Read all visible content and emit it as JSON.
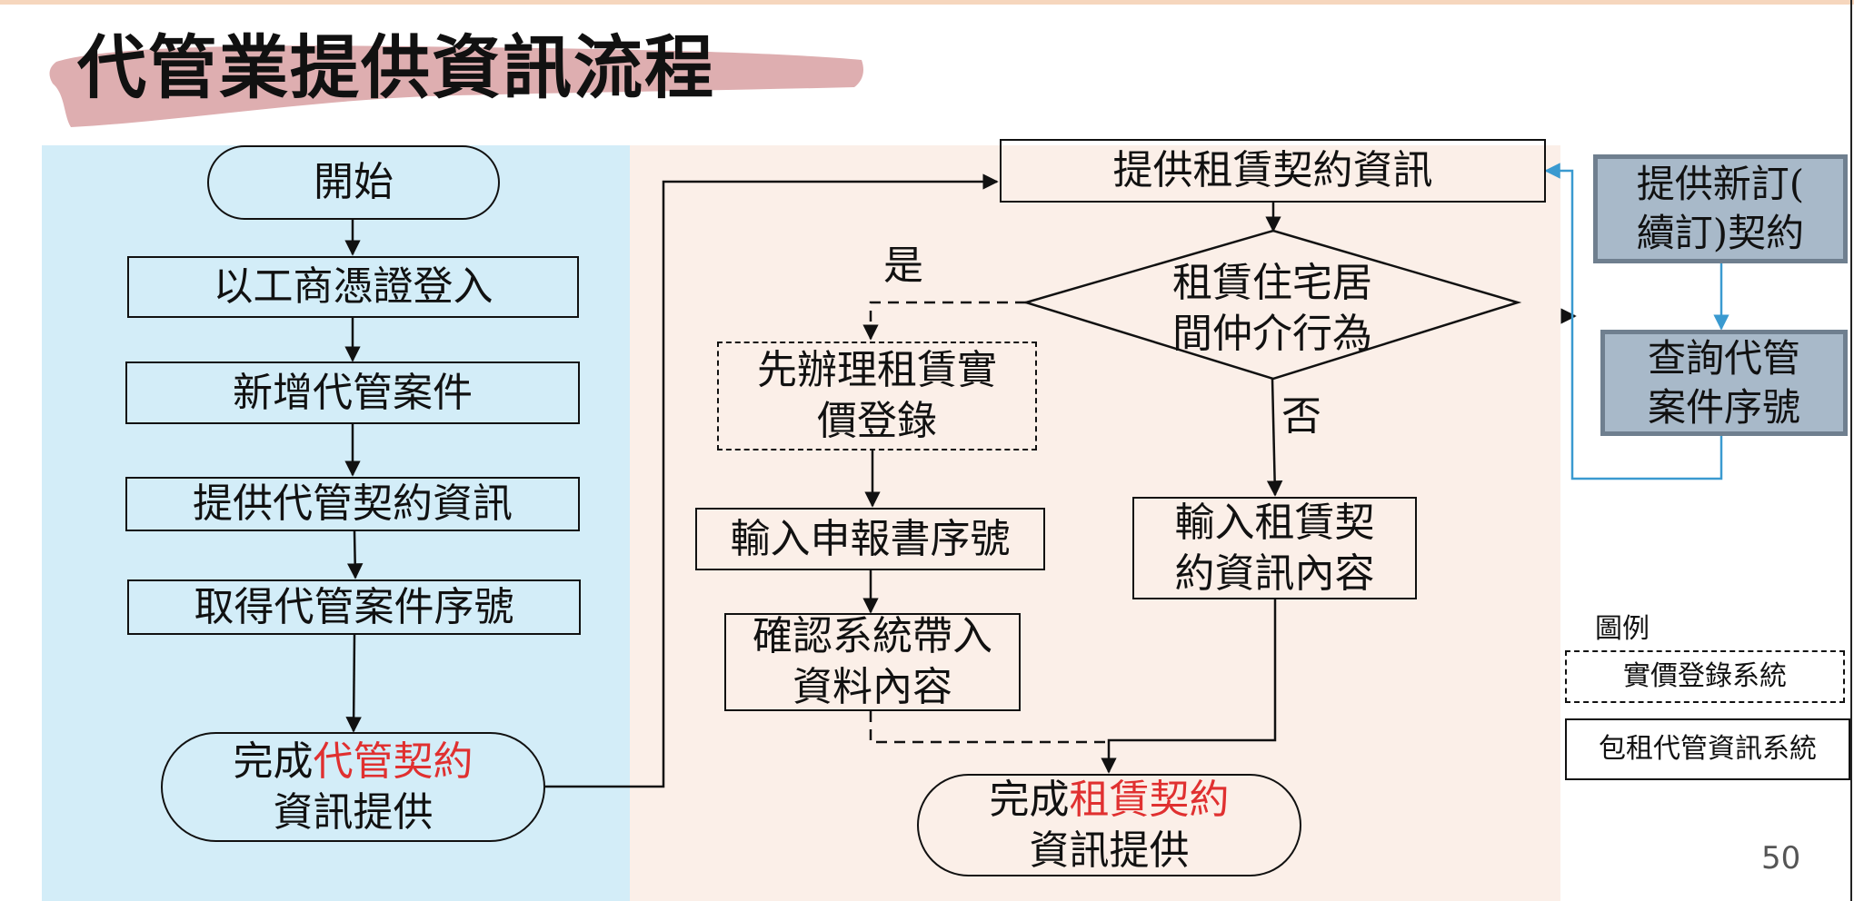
{
  "slide": {
    "title": "代管業提供資訊流程",
    "page_number": "50"
  },
  "left_flow": {
    "start": "開始",
    "steps": [
      "以工商憑證登入",
      "新增代管案件",
      "提供代管契約資訊",
      "取得代管案件序號"
    ],
    "end": {
      "prefix": "完成",
      "highlight": "代管契約",
      "suffix": "資訊提供"
    }
  },
  "right_flow": {
    "top_step": "提供租賃契約資訊",
    "decision": {
      "line1": "租賃住宅居",
      "line2": "間仲介行為"
    },
    "yes_label": "是",
    "no_label": "否",
    "yes_step": {
      "line1": "先辦理租賃實",
      "line2": "價登錄"
    },
    "yes_step2": "輸入申報書序號",
    "yes_step3": {
      "line1": "確認系統帶入",
      "line2": "資料內容"
    },
    "no_step": {
      "line1": "輸入租賃契",
      "line2": "約資訊內容"
    },
    "end": {
      "prefix": "完成",
      "highlight": "租賃契約",
      "suffix": "資訊提供"
    }
  },
  "side_flow": {
    "box1": {
      "line1": "提供新訂(",
      "line2": "續訂)契約"
    },
    "box2": {
      "line1": "查詢代管",
      "line2": "案件序號"
    }
  },
  "legend": {
    "title": "圖例",
    "items": [
      "實價登錄系統",
      "包租代管資訊系統"
    ]
  },
  "colors": {
    "left_panel": "#d3edf8",
    "right_panel": "#fbefe8",
    "highlight": "#e03030",
    "side_box": "#a8b9c9",
    "side_arrow": "#3a9ad0",
    "title_brush": "#deaeb0"
  }
}
